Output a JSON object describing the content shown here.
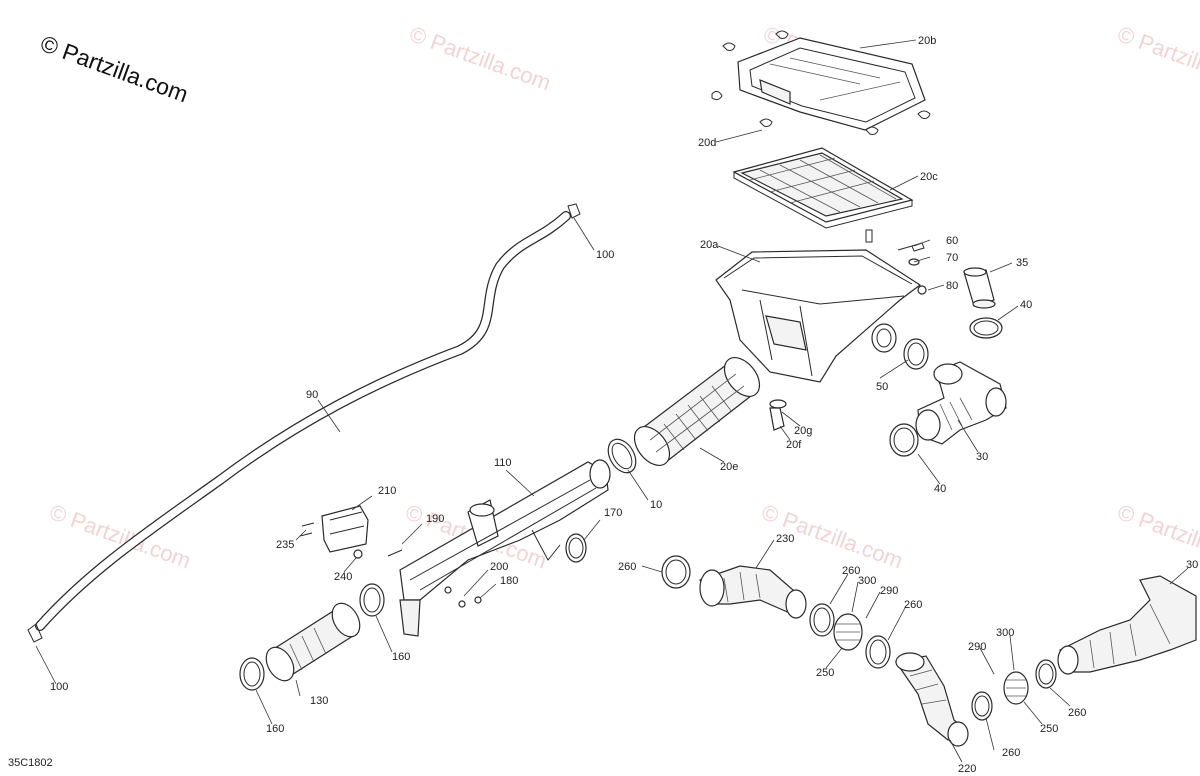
{
  "watermark": {
    "brand": "© Partzilla.com",
    "repeat_text": "© Partzilla.com"
  },
  "diagram_code": "35C1802",
  "callouts": {
    "c_20b": "20b",
    "c_20d": "20d",
    "c_20c": "20c",
    "c_20a": "20a",
    "c_60": "60",
    "c_70": "70",
    "c_80": "80",
    "c_35": "35",
    "c_40a": "40",
    "c_40b": "40",
    "c_50": "50",
    "c_30a": "30",
    "c_30b": "30",
    "c_20g": "20g",
    "c_20f": "20f",
    "c_20e": "20e",
    "c_10": "10",
    "c_100a": "100",
    "c_100b": "100",
    "c_90": "90",
    "c_110": "110",
    "c_210": "210",
    "c_190": "190",
    "c_235": "235",
    "c_240": "240",
    "c_170": "170",
    "c_200": "200",
    "c_180": "180",
    "c_160a": "160",
    "c_160b": "160",
    "c_130": "130",
    "c_260a": "260",
    "c_260b": "260",
    "c_260c": "260",
    "c_260d": "260",
    "c_260e": "260",
    "c_230": "230",
    "c_300a": "300",
    "c_300b": "300",
    "c_290a": "290",
    "c_290b": "290",
    "c_250a": "250",
    "c_250b": "250",
    "c_220": "220"
  }
}
